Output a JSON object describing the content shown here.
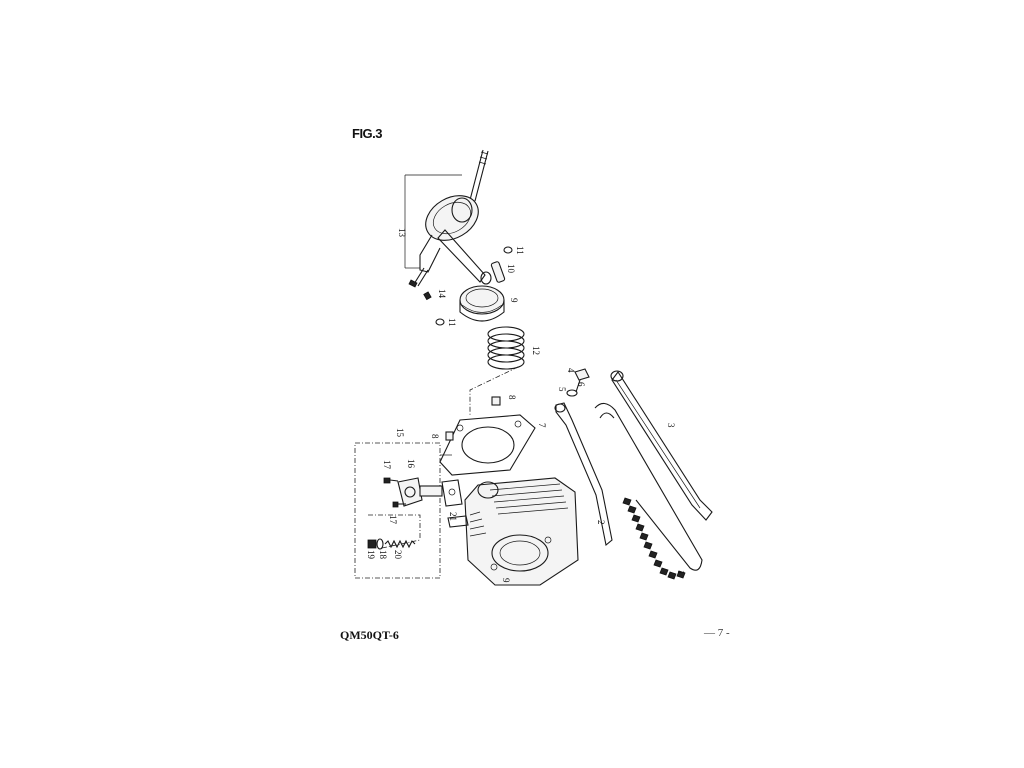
{
  "figure": {
    "title": "FIG.3"
  },
  "footer": {
    "model": "QM50QT-6",
    "page": "— 7 -"
  },
  "callouts": [
    {
      "id": "13",
      "text": "13"
    },
    {
      "id": "10",
      "text": "10"
    },
    {
      "id": "11a",
      "text": "11"
    },
    {
      "id": "14",
      "text": "14"
    },
    {
      "id": "9",
      "text": "9"
    },
    {
      "id": "11b",
      "text": "11"
    },
    {
      "id": "12",
      "text": "12"
    },
    {
      "id": "4",
      "text": "4"
    },
    {
      "id": "5",
      "text": "5"
    },
    {
      "id": "6",
      "text": "6"
    },
    {
      "id": "8a",
      "text": "8"
    },
    {
      "id": "3",
      "text": "3"
    },
    {
      "id": "7",
      "text": "7"
    },
    {
      "id": "15",
      "text": "15"
    },
    {
      "id": "8b",
      "text": "8"
    },
    {
      "id": "17a",
      "text": "17"
    },
    {
      "id": "16",
      "text": "16"
    },
    {
      "id": "17b",
      "text": "17"
    },
    {
      "id": "21",
      "text": "21"
    },
    {
      "id": "2",
      "text": "2"
    },
    {
      "id": "19",
      "text": "19"
    },
    {
      "id": "18",
      "text": "18"
    },
    {
      "id": "20",
      "text": "20"
    },
    {
      "id": "9b",
      "text": "9"
    },
    {
      "id": "1",
      "text": "1"
    }
  ]
}
